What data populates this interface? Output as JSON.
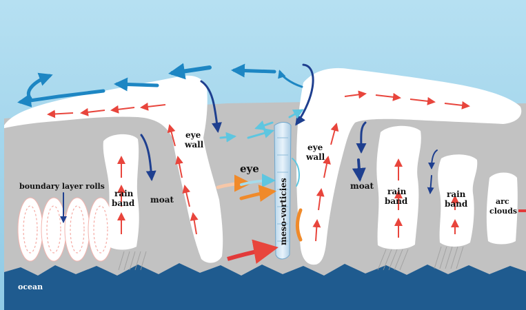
{
  "labels": {
    "boundary_layer_rolls": "boundary layer rolls",
    "ocean": "ocean",
    "eye": "eye",
    "eye_wall": [
      "eye",
      "wall"
    ],
    "rain_band": [
      "rain",
      "band"
    ],
    "moat": "moat",
    "meso_vorticies": "meso-vorticies",
    "arc_clouds": [
      "arc",
      "clouds"
    ]
  },
  "colors": {
    "sky": "#9fd3ea",
    "storm_gray": "#c2c2c2",
    "cloud": "#ffffff",
    "ocean": "#1e5a8e",
    "outflow_arrow": "#1d86c3",
    "updraft_arrow": "#e8453c",
    "downdraft_arrow": "#1e3f8f",
    "inflow_arrow": "#e23a3a",
    "orange_arrow": "#f08a2a",
    "cyan_arrow": "#5ec6e0"
  }
}
